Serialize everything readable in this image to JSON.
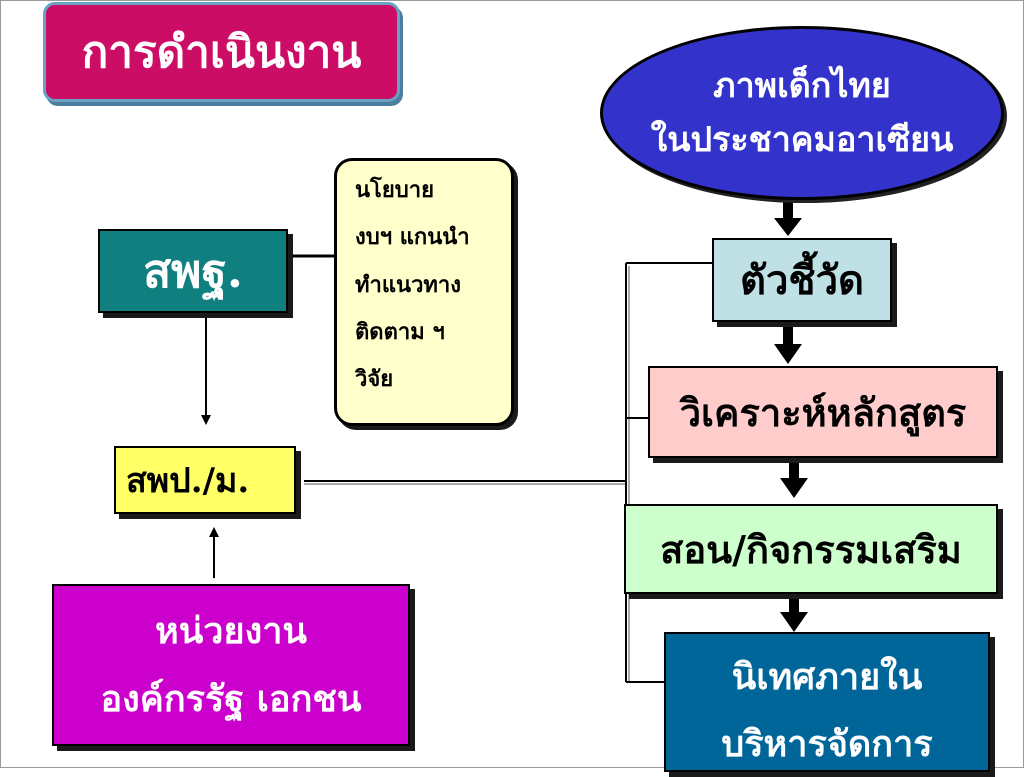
{
  "title": "การดำเนินงาน",
  "ellipse": {
    "line1": "ภาพเด็กไทย",
    "line2": "ในประชาคมอาเซียน"
  },
  "left": {
    "top_box": "สพฐ.",
    "policy_lines": [
      "นโยบาย",
      "งบฯ แกนนำ",
      "ทำแนวทาง",
      "ติดตาม ฯ",
      "วิจัย"
    ],
    "mid_box": "สพป./ม.",
    "bottom_box": {
      "line1": "หน่วยงาน",
      "line2": "องค์กรรัฐ เอกชน"
    }
  },
  "right": {
    "indicator": "ตัวชี้วัด",
    "analyze": "วิเคราะห์หลักสูตร",
    "teach": "สอน/กิจกรรมเสริม",
    "supervise": {
      "line1": "นิเทศภายใน",
      "line2": "บริหารจัดการ"
    }
  },
  "colors": {
    "title_bg": "#cc0d66",
    "ellipse_bg": "#3333cc",
    "s_box_bg": "#0f7f80",
    "policy_bg": "#ffffcc",
    "spp_bg": "#ffff66",
    "agency_bg": "#cc00cc",
    "indicator_bg": "#bfe0e4",
    "analyze_bg": "#ffcccc",
    "teach_bg": "#ccffcc",
    "supervise_bg": "#006699"
  }
}
